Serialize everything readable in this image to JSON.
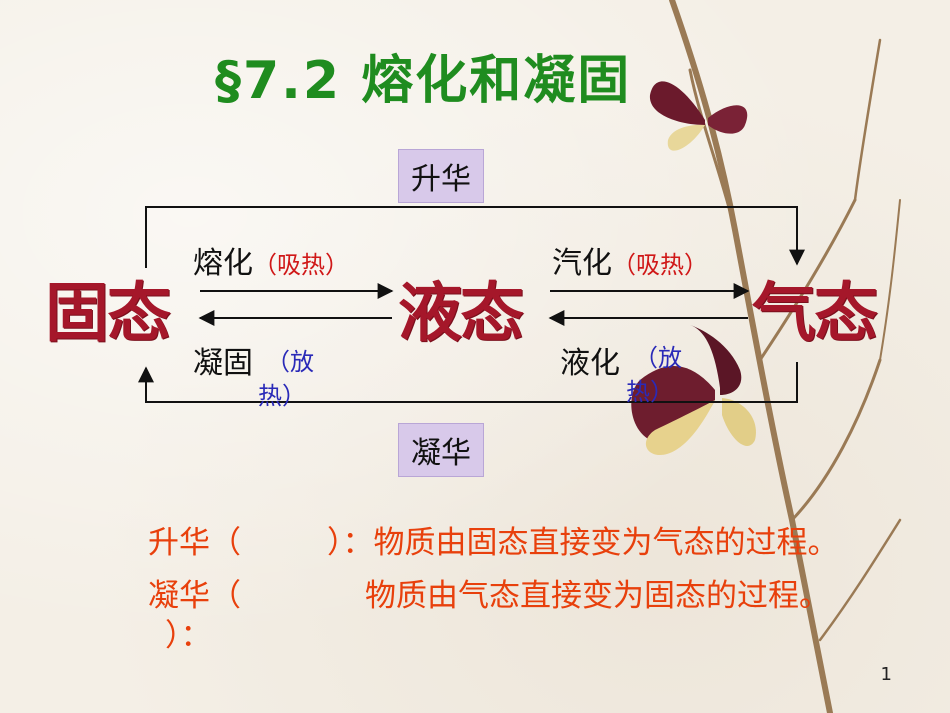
{
  "title": "§7.2 熔化和凝固",
  "states": {
    "solid": "固态",
    "liquid": "液态",
    "gas": "气态"
  },
  "transitions": {
    "sublimation": "升华",
    "deposition": "凝华",
    "melting": "熔化",
    "melting_note": "（吸热）",
    "vaporization": "汽化",
    "vaporization_note": "（吸热）",
    "solidification": "凝固",
    "solidification_note_1": "（放",
    "solidification_note_2": "热）",
    "liquefaction": "液化",
    "liquefaction_note_1": "（放",
    "liquefaction_note_2": "热）"
  },
  "definitions": {
    "sublimation_term": "升华（",
    "sublimation_close": "）：",
    "sublimation_text": "物质由固态直接变为气态的过程。",
    "deposition_term": "凝华（",
    "deposition_close": "）：",
    "deposition_text": "物质由气态直接变为固态的过程。"
  },
  "page_number": "1",
  "colors": {
    "title": "#1f8c1f",
    "state": "#a5172a",
    "box_bg": "#d8c9ea",
    "red_note": "#d01818",
    "blue_note": "#2a2ab8",
    "definition": "#e8400c"
  }
}
